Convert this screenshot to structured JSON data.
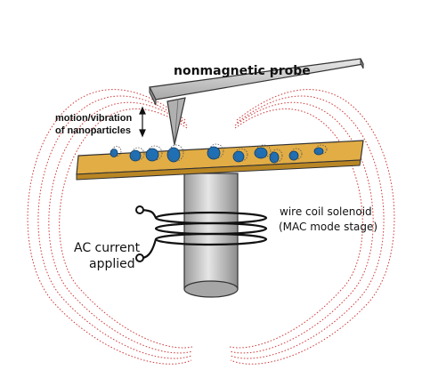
{
  "labels": {
    "probe": "nonmagnetic probe",
    "motion_line1": "motion/vibration",
    "motion_line2": "of nanoparticles",
    "coil_line1": "wire coil solenoid",
    "coil_line2": "(MAC mode stage)",
    "ac_line1": "AC current",
    "ac_line2": "applied"
  },
  "colors": {
    "field_lines": "#d04040",
    "substrate": "#e2ad45",
    "nanoparticle": "#1f6fb5",
    "probe": "#c8c8c8",
    "core": "#bdbdbd",
    "wire": "#111111"
  }
}
